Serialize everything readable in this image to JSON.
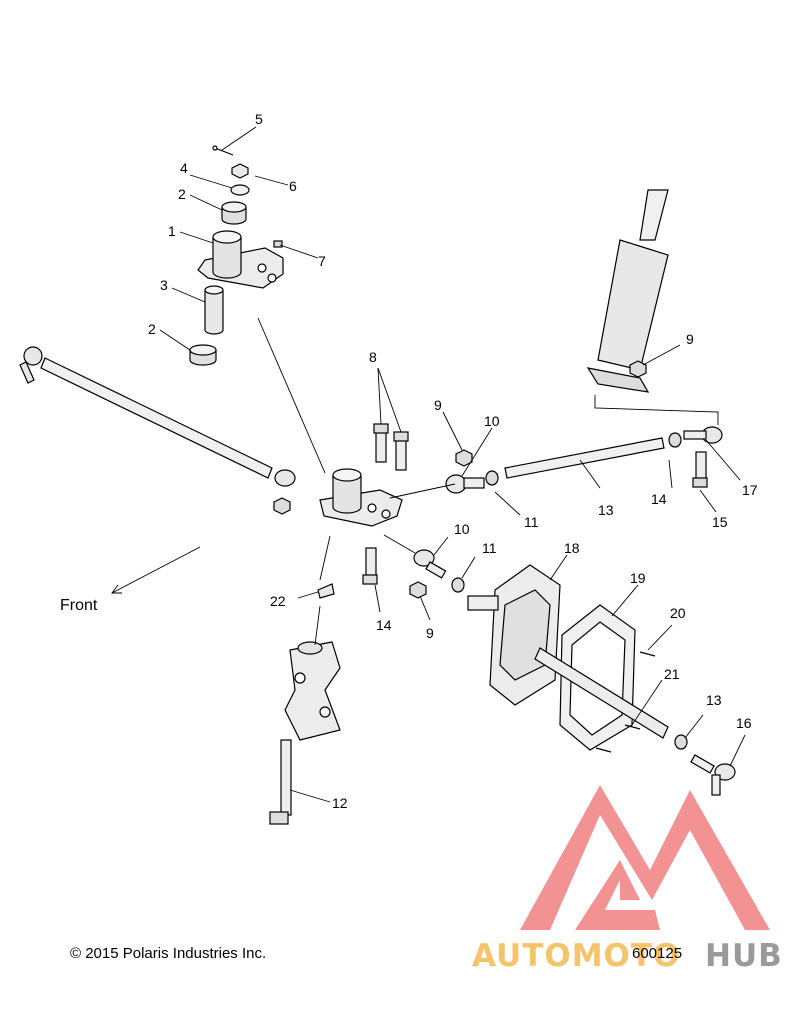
{
  "diagram": {
    "direction_label": "Front",
    "copyright": "© 2015 Polaris Industries Inc.",
    "part_number": "600125",
    "callouts": [
      {
        "id": "c1",
        "text": "1"
      },
      {
        "id": "c2a",
        "text": "2"
      },
      {
        "id": "c2b",
        "text": "2"
      },
      {
        "id": "c3",
        "text": "3"
      },
      {
        "id": "c4",
        "text": "4"
      },
      {
        "id": "c5",
        "text": "5"
      },
      {
        "id": "c6",
        "text": "6"
      },
      {
        "id": "c7",
        "text": "7"
      },
      {
        "id": "c8",
        "text": "8"
      },
      {
        "id": "c9a",
        "text": "9"
      },
      {
        "id": "c9b",
        "text": "9"
      },
      {
        "id": "c9c",
        "text": "9"
      },
      {
        "id": "c10a",
        "text": "10"
      },
      {
        "id": "c10b",
        "text": "10"
      },
      {
        "id": "c11a",
        "text": "11"
      },
      {
        "id": "c11b",
        "text": "11"
      },
      {
        "id": "c12",
        "text": "12"
      },
      {
        "id": "c13a",
        "text": "13"
      },
      {
        "id": "c13b",
        "text": "13"
      },
      {
        "id": "c14a",
        "text": "14"
      },
      {
        "id": "c14b",
        "text": "14"
      },
      {
        "id": "c15",
        "text": "15"
      },
      {
        "id": "c16",
        "text": "16"
      },
      {
        "id": "c17",
        "text": "17"
      },
      {
        "id": "c18",
        "text": "18"
      },
      {
        "id": "c19",
        "text": "19"
      },
      {
        "id": "c20",
        "text": "20"
      },
      {
        "id": "c21",
        "text": "21"
      },
      {
        "id": "c22",
        "text": "22"
      }
    ]
  },
  "watermark": {
    "text_a": "AUTOMOTO",
    "text_b": "HUB",
    "color_a": "#f5c46a",
    "color_b": "#9a9a9a",
    "logo_color": "#f08080"
  }
}
